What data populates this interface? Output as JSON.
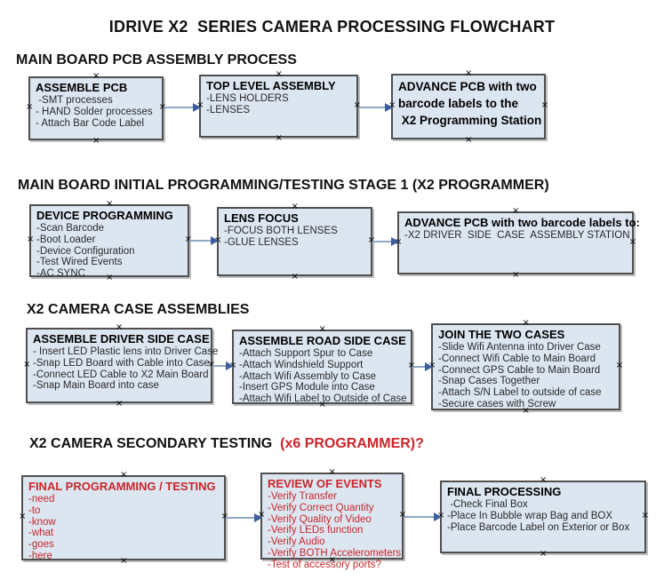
{
  "title": "IDRIVE X2  SERIES CAMERA PROCESSING FLOWCHART",
  "palette": {
    "box_fill": "#dce6f1",
    "box_border": "#4f4f4f",
    "arrow_line": "#8fa6c6",
    "arrow_head": "#3d5e9c",
    "accent_red": "#c9262b",
    "text": "#1a1a1a"
  },
  "sections": [
    {
      "heading": "MAIN BOARD PCB ASSEMBLY PROCESS",
      "heading_red": "",
      "boxes": [
        {
          "title": "ASSEMBLE PCB",
          "items": [
            " -SMT processes",
            "- HAND Solder processes",
            "- Attach Bar Code Label"
          ]
        },
        {
          "title": "TOP LEVEL ASSEMBLY",
          "items": [
            "-LENS HOLDERS",
            "-LENSES"
          ]
        },
        {
          "title": "ADVANCE PCB with two\nbarcode labels to the\n X2 Programming Station",
          "items": []
        }
      ]
    },
    {
      "heading": "MAIN BOARD INITIAL PROGRAMMING/TESTING STAGE 1 (X2 PROGRAMMER)",
      "heading_red": "",
      "boxes": [
        {
          "title": "DEVICE PROGRAMMING",
          "items": [
            "-Scan Barcode",
            "-Boot Loader",
            "-Device Configuration",
            "-Test Wired Events",
            "-AC SYNC"
          ]
        },
        {
          "title": "LENS FOCUS",
          "items": [
            "-FOCUS BOTH LENSES",
            "-GLUE LENSES"
          ]
        },
        {
          "title": "ADVANCE PCB with two barcode labels to:",
          "items": [
            "-X2 DRIVER  SIDE  CASE  ASSEMBLY STATION"
          ]
        }
      ]
    },
    {
      "heading": "X2 CAMERA CASE ASSEMBLIES",
      "heading_red": "",
      "boxes": [
        {
          "title": "ASSEMBLE DRIVER SIDE CASE",
          "items": [
            "- Insert LED Plastic lens into Driver Case",
            "-Snap LED Board with Cable into Case",
            "-Connect LED Cable to X2 Main Board",
            "-Snap Main Board into case"
          ]
        },
        {
          "title": "ASSEMBLE ROAD SIDE CASE",
          "items": [
            "-Attach Support Spur to Case",
            "-Attach Windshield Support",
            "-Attach Wifi Assembly to Case",
            "-Insert GPS Module into Case",
            "-Attach Wifi Label to Outside of Case"
          ]
        },
        {
          "title": "JOIN THE TWO CASES",
          "items": [
            "-Slide Wifi Antenna into Driver Case",
            "-Connect Wifi Cable to Main Board",
            "-Connect GPS Cable to Main Board",
            "-Snap Cases Together",
            "-Attach S/N Label to outside of case",
            "-Secure cases with Screw"
          ]
        }
      ]
    },
    {
      "heading": "X2 CAMERA SECONDARY TESTING ",
      "heading_red": " (x6 PROGRAMMER)?",
      "boxes": [
        {
          "title": "FINAL PROGRAMMING / TESTING",
          "items": [
            "-need",
            "-to",
            "-know",
            "-what",
            "-goes",
            "-here"
          ]
        },
        {
          "title": "REVIEW OF EVENTS",
          "items": [
            "-Verify Transfer",
            "-Verify Correct Quantity",
            "-Verify Quality of Video",
            "-Verify LEDs function",
            "-Verify Audio",
            "-Verify BOTH Accelerometers",
            "-Test of accessory ports?"
          ]
        },
        {
          "title": "FINAL PROCESSING",
          "items": [
            " -Check Final Box",
            "-Place In Bubble wrap Bag and BOX",
            "-Place Barcode Label on Exterior or Box"
          ]
        }
      ]
    }
  ]
}
